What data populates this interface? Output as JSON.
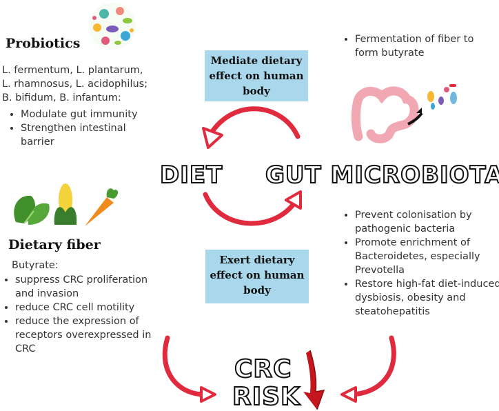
{
  "probiotics": {
    "title": "Probiotics",
    "strains": [
      "L. fermentum, L. plantarum,",
      "L. rhamnosus, L. acidophilus;",
      "B. bifidum, B. infantum:"
    ],
    "effects": [
      "Modulate gut immunity",
      "Strengthen intestinal barrier"
    ]
  },
  "dietary_fiber": {
    "title": "Dietary fiber",
    "intro": "Butyrate:",
    "effects": [
      "suppress CRC proliferation and invasion",
      "reduce CRC cell motility",
      "reduce the expression of receptors overexpressed in CRC"
    ]
  },
  "gut_top": {
    "items": [
      "Fermentation of fiber to form butyrate"
    ]
  },
  "gut_bottom": {
    "items": [
      "Prevent colonisation by pathogenic bacteria",
      "Promote enrichment of Bacteroidetes, especially Prevotella",
      "Restore high-fat diet-induced dysbiosis, obesity and steatohepatitis"
    ]
  },
  "boxes": {
    "mediate": "Mediate dietary effect on human body",
    "exert": "Exert dietary effect on human body"
  },
  "labels": {
    "diet": "DIET",
    "gut": "GUT MICROBIOTA",
    "crc": "CRC",
    "risk": "RISK"
  },
  "colors": {
    "arrow": "#e02a3e",
    "box": "#a9d8ec",
    "dark_arrow": "#c4161c"
  },
  "icons": [
    "bacteria-cluster-icon",
    "colon-icon",
    "vegetables-icon",
    "down-arrow-icon"
  ]
}
